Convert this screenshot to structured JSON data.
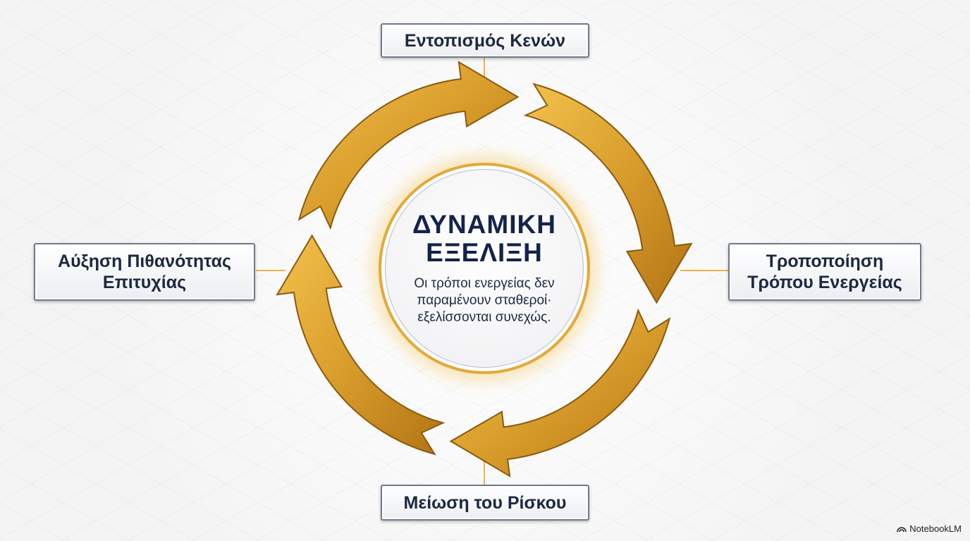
{
  "center": {
    "title_line1": "ΔΥΝΑΜΙΚΗ",
    "title_line2": "ΕΞΕΛΙΞΗ",
    "subtitle_line1": "Οι τρόποι ενεργείας δεν",
    "subtitle_line2": "παραμένουν σταθεροί·",
    "subtitle_line3": "εξελίσσονται συνεχώς."
  },
  "steps": {
    "top": "Εντοπισμός Κενών",
    "right_line1": "Τροποποίηση",
    "right_line2": "Τρόπου Ενεργείας",
    "bottom": "Μείωση του Ρίσκου",
    "left_line1": "Αύξηση Πιθανότητας",
    "left_line2": "Επιτυχίας"
  },
  "brand": "NotebookLM",
  "colors": {
    "gold_light": "#f2c04a",
    "gold_dark": "#b87a16",
    "navy": "#13244a"
  }
}
